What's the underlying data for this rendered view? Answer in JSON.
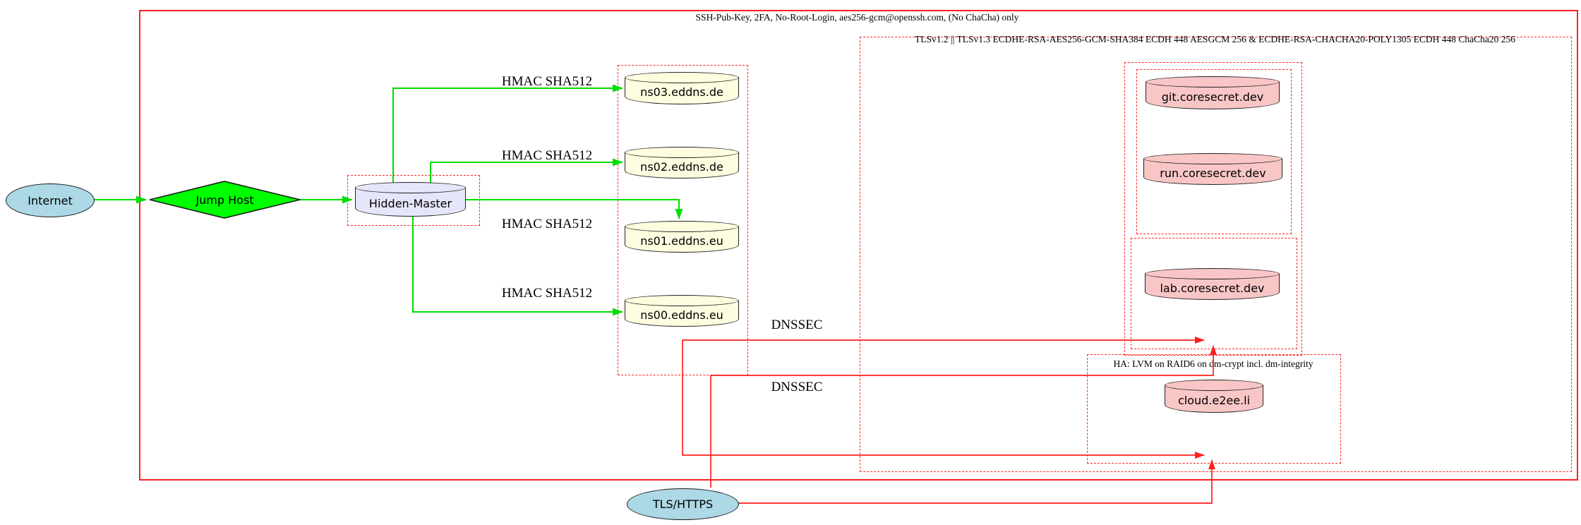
{
  "diagram": {
    "frame_labels": {
      "ssh": "SSH-Pub-Key, 2FA, No-Root-Login, aes256-gcm@openssh.com, (No ChaCha) only",
      "tls": "TLSv1.2 || TLSv1.3 ECDHE-RSA-AES256-GCM-SHA384 ECDH 448 AESGCM 256 & ECDHE-RSA-CHACHA20-POLY1305 ECDH 448 ChaCha20 256",
      "ha": "HA: LVM on RAID6 on dm-crypt incl. dm-integrity"
    },
    "nodes": {
      "internet": {
        "label": "Internet",
        "shape": "ellipse",
        "fill": "#add8e6"
      },
      "jump_host": {
        "label": "Jump Host",
        "shape": "diamond",
        "fill": "#00ff00"
      },
      "hidden_master": {
        "label": "Hidden-Master",
        "shape": "cylinder",
        "fill": "#e6e6fa"
      },
      "ns03": {
        "label": "ns03.eddns.de",
        "shape": "cylinder",
        "fill": "#fffde0"
      },
      "ns02": {
        "label": "ns02.eddns.de",
        "shape": "cylinder",
        "fill": "#fffde0"
      },
      "ns01": {
        "label": "ns01.eddns.eu",
        "shape": "cylinder",
        "fill": "#fffde0"
      },
      "ns00": {
        "label": "ns00.eddns.eu",
        "shape": "cylinder",
        "fill": "#fffde0"
      },
      "git": {
        "label": "git.coresecret.dev",
        "shape": "cylinder",
        "fill": "#f9c6c6"
      },
      "run": {
        "label": "run.coresecret.dev",
        "shape": "cylinder",
        "fill": "#f9c6c6"
      },
      "lab": {
        "label": "lab.coresecret.dev",
        "shape": "cylinder",
        "fill": "#f9c6c6"
      },
      "cloud": {
        "label": "cloud.e2ee.li",
        "shape": "cylinder",
        "fill": "#f9c6c6"
      },
      "tls_https": {
        "label": "TLS/HTTPS",
        "shape": "ellipse",
        "fill": "#add8e6"
      }
    },
    "edge_labels": {
      "hmac": [
        "HMAC SHA512",
        "HMAC SHA512",
        "HMAC SHA512",
        "HMAC SHA512"
      ],
      "dnssec": [
        "DNSSEC",
        "DNSSEC"
      ]
    },
    "colors": {
      "edge_green": "#00dd00",
      "edge_red": "#ff1f1f",
      "cluster_red_dashed": "#ff2a2a",
      "node_border": "#1a1a1a"
    }
  }
}
